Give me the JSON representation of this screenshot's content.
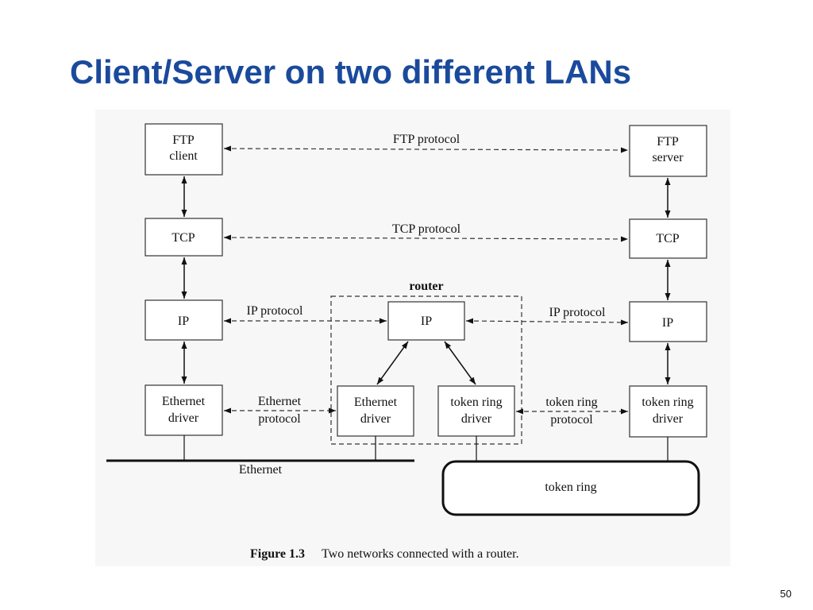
{
  "slide": {
    "title": "Client/Server on two different LANs",
    "page_number": "50"
  },
  "diagram": {
    "left_host": {
      "app": [
        "FTP",
        "client"
      ],
      "transport": "TCP",
      "network": "IP",
      "link": [
        "Ethernet",
        "driver"
      ]
    },
    "right_host": {
      "app": [
        "FTP",
        "server"
      ],
      "transport": "TCP",
      "network": "IP",
      "link": [
        "token ring",
        "driver"
      ]
    },
    "router": {
      "label": "router",
      "network": "IP",
      "link_left": [
        "Ethernet",
        "driver"
      ],
      "link_right": [
        "token ring",
        "driver"
      ]
    },
    "protocols": {
      "ftp": "FTP protocol",
      "tcp": "TCP protocol",
      "ip_left": "IP protocol",
      "ip_right": "IP protocol",
      "ethernet": [
        "Ethernet",
        "protocol"
      ],
      "token_ring": [
        "token ring",
        "protocol"
      ]
    },
    "networks": {
      "ethernet": "Ethernet",
      "token_ring": "token ring"
    },
    "caption": {
      "number": "Figure 1.3",
      "text": "Two networks connected with a router."
    }
  }
}
